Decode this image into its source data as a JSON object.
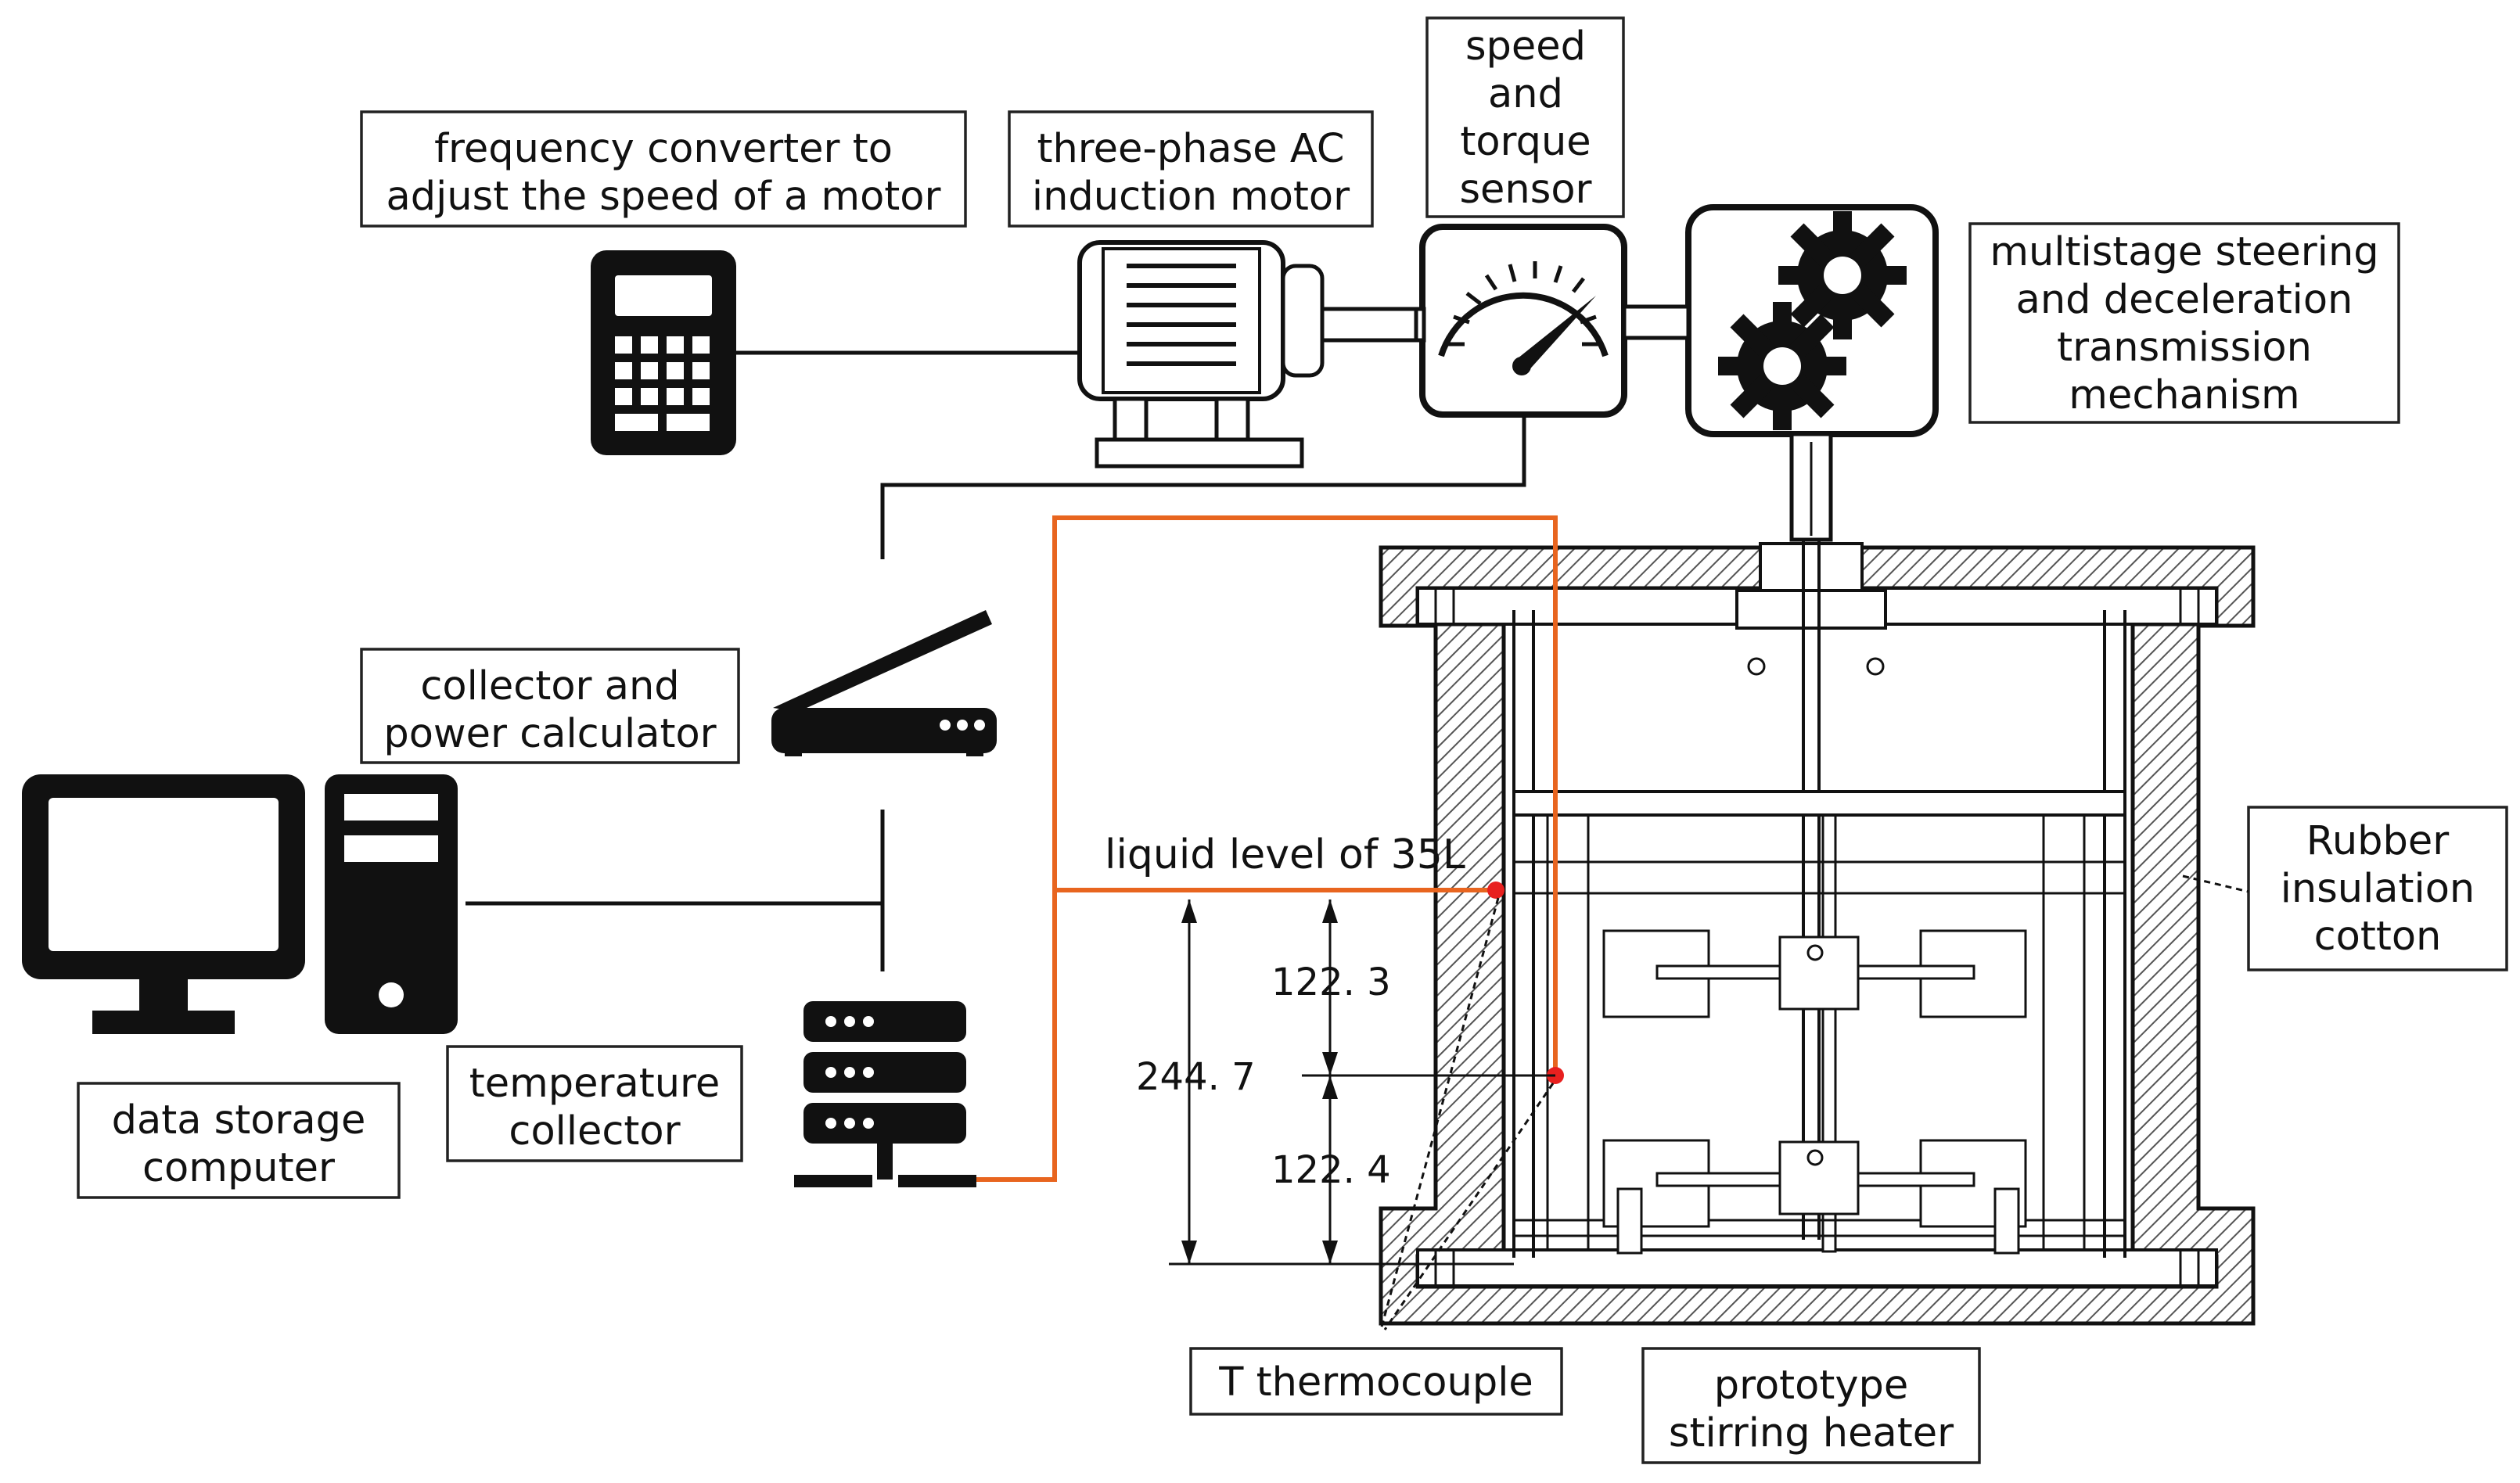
{
  "labels": {
    "frequency_converter": [
      "frequency converter to",
      "adjust the speed of a motor"
    ],
    "motor": [
      "three-phase AC",
      "induction motor"
    ],
    "sensor": [
      "speed",
      "and",
      "torque",
      "sensor"
    ],
    "transmission": [
      "multistage steering",
      "and deceleration",
      "transmission",
      "mechanism"
    ],
    "collector_power": [
      "collector and",
      "power calculator"
    ],
    "data_storage": [
      "data storage",
      "computer"
    ],
    "temperature_collector": [
      "temperature",
      "collector"
    ],
    "rubber": [
      "Rubber",
      "insulation",
      "cotton"
    ],
    "thermocouple": [
      "T thermocouple"
    ],
    "heater": [
      "prototype",
      "stirring heater"
    ]
  },
  "liquid_level": "liquid level of 35L",
  "dimensions": {
    "upper": "122. 3",
    "lower": "122. 4",
    "total": "244. 7"
  },
  "colors": {
    "signal_wire": "#e8651f",
    "measurement_point": "#e8201f",
    "hatch": "#555555"
  }
}
